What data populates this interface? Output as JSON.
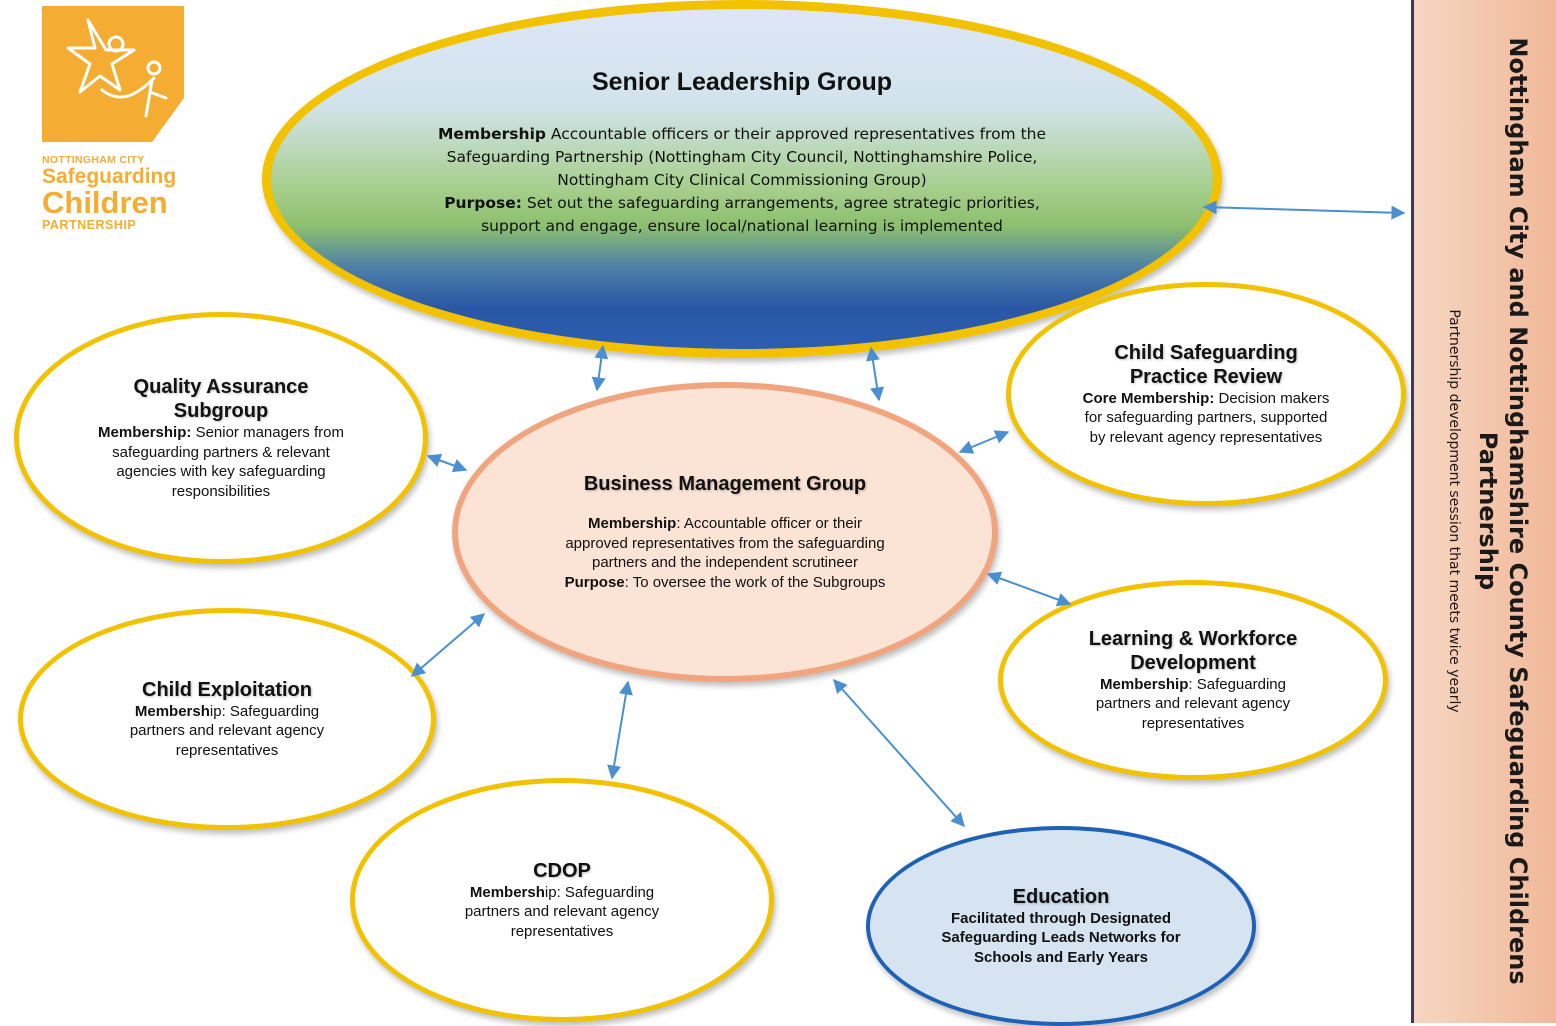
{
  "logo": {
    "line1": "NOTTINGHAM CITY",
    "line2": "Safeguarding",
    "line3": "Children",
    "line4": "PARTNERSHIP",
    "color": "#f4ad32"
  },
  "senior_leadership": {
    "title": "Senior Leadership Group",
    "membership_label": "Membership",
    "membership_text": "Accountable officers or their approved representatives from the Safeguarding Partnership (Nottingham City Council, Nottinghamshire Police, Nottingham City Clinical Commissioning Group)",
    "purpose_label": "Purpose:",
    "purpose_text": "Set out the safeguarding arrangements, agree strategic priorities, support and engage, ensure local/national learning is implemented"
  },
  "business_management": {
    "title": "Business Management Group",
    "membership_label": "Membership",
    "membership_text": ": Accountable officer or their approved representatives from the safeguarding partners and the independent scrutineer",
    "purpose_label": "Purpose",
    "purpose_text": ": To oversee the work of the Subgroups"
  },
  "quality_assurance": {
    "title": "Quality Assurance Subgroup",
    "membership_label": "Membership:",
    "membership_text": "Senior managers from safeguarding partners & relevant agencies with key safeguarding responsibilities"
  },
  "child_exploitation": {
    "title": "Child Exploitation",
    "membership_bold": "Membersh",
    "membership_text": "ip: Safeguarding partners and relevant agency representatives"
  },
  "cdop": {
    "title": "CDOP",
    "membership_bold": "Membersh",
    "membership_text": "ip: Safeguarding partners and relevant agency representatives"
  },
  "education": {
    "title": "Education",
    "body": "Facilitated through Designated Safeguarding Leads Networks for Schools and Early Years"
  },
  "learning_workforce": {
    "title": "Learning & Workforce Development",
    "membership_label": "Membership",
    "membership_text": ": Safeguarding partners and relevant agency representatives"
  },
  "practice_review": {
    "title": "Child Safeguarding Practice Review",
    "membership_label": "Core Membership:",
    "membership_text": "Decision makers for safeguarding partners, supported by relevant agency representatives"
  },
  "partnership": {
    "title": "Nottingham City and Nottinghamshire County Safeguarding Childrens Partnership",
    "subtitle": "Partnership development session that meets twice yearly"
  },
  "colors": {
    "node_border": "#f2c200",
    "arrow": "#4a8fd0",
    "bmg_fill": "#fbe3d6",
    "bmg_border": "#f1a57e",
    "education_border": "#1f62b5",
    "side_panel": "#f1b797"
  }
}
